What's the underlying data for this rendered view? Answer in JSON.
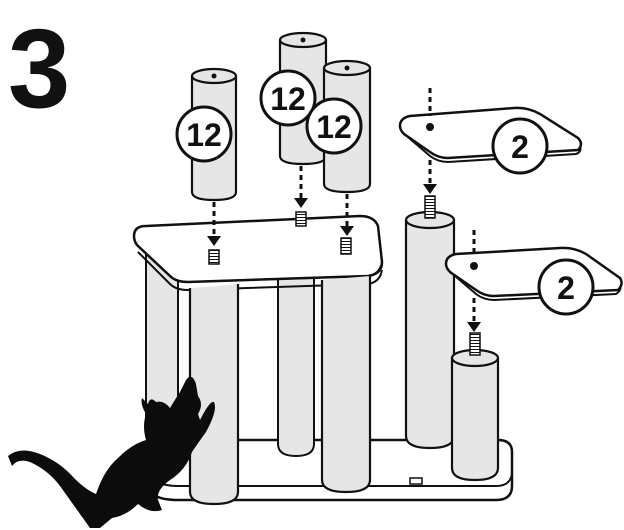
{
  "step": {
    "number": "3"
  },
  "quantity_badges": [
    {
      "label": "12"
    },
    {
      "label": "12"
    },
    {
      "label": "12"
    },
    {
      "label": "2"
    },
    {
      "label": "2"
    }
  ],
  "colors": {
    "outline": "#111111",
    "post_fill": "#e6e6e6",
    "board_fill": "#ffffff",
    "cat": "#0c0c0c"
  }
}
